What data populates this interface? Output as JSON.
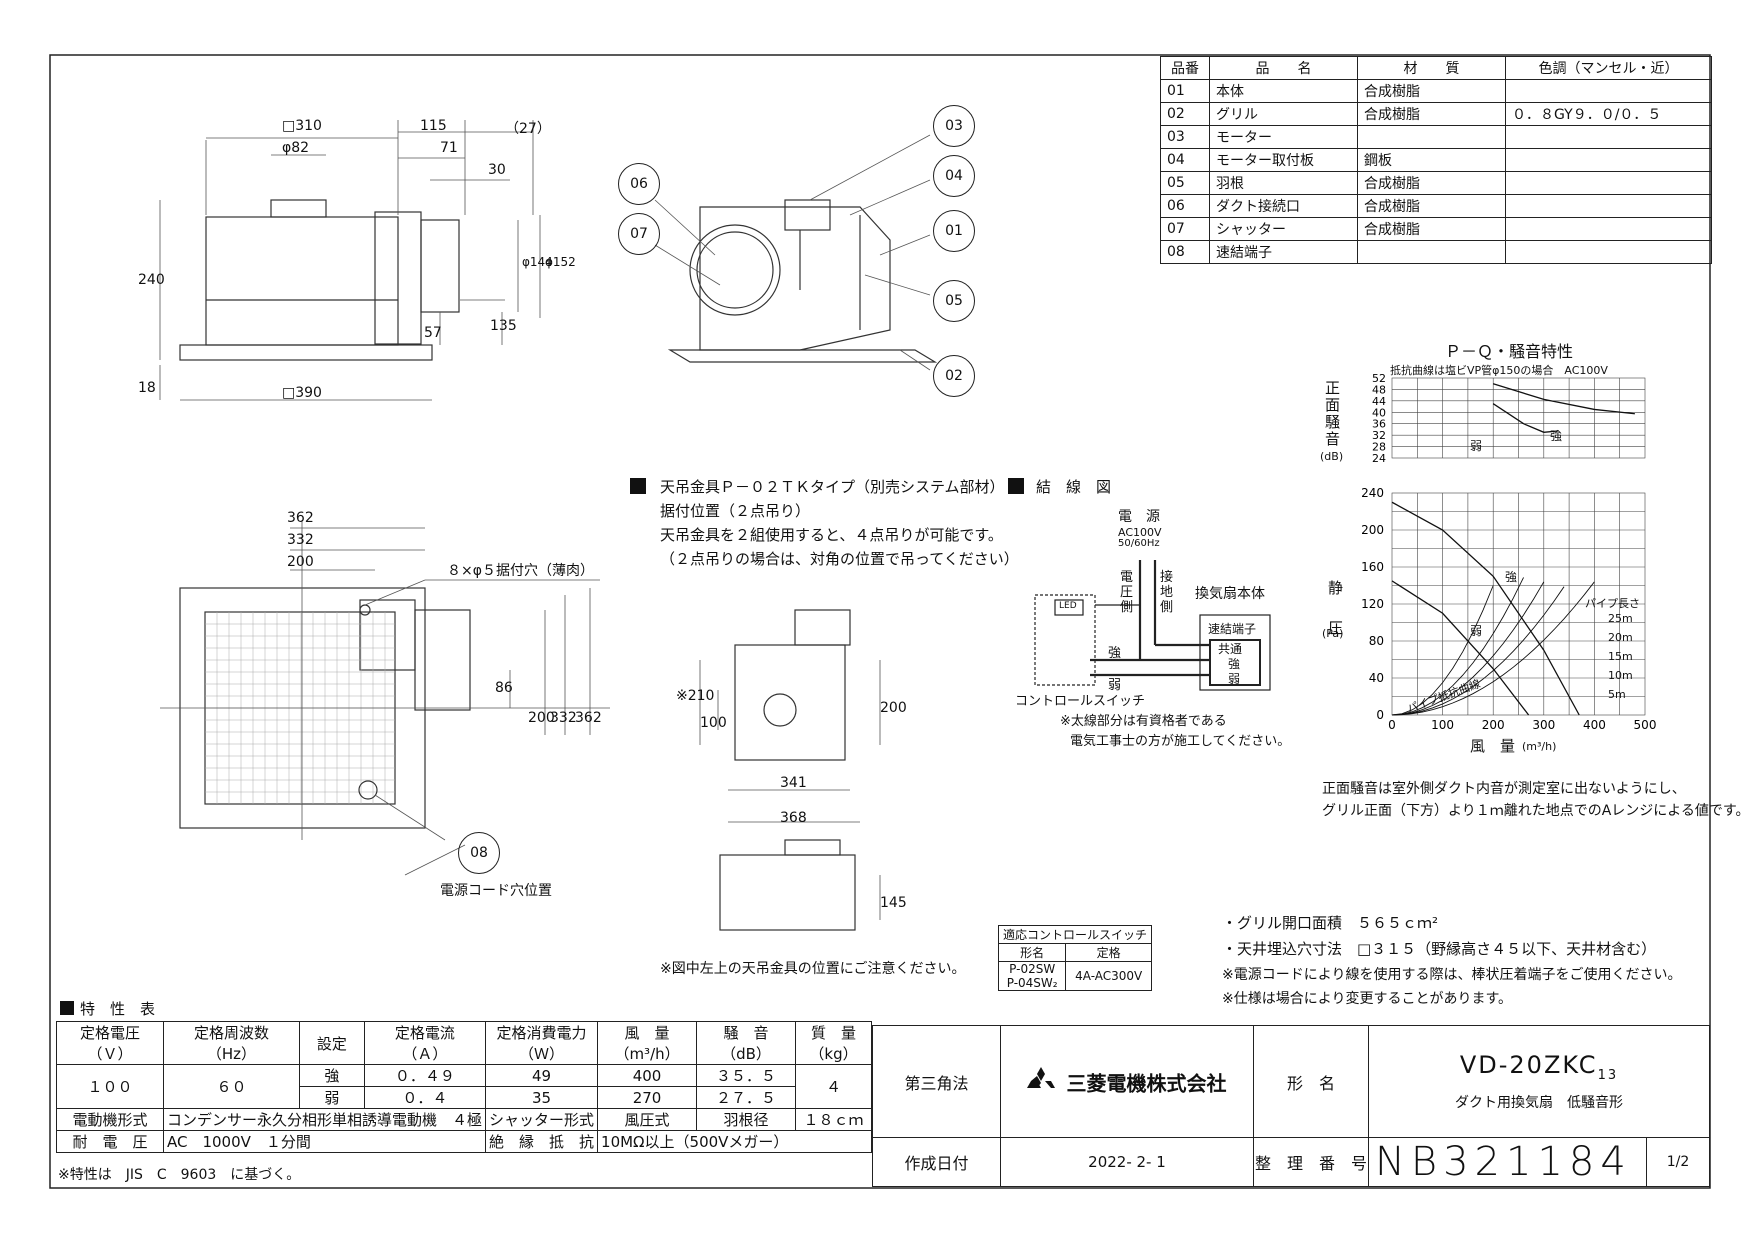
{
  "parts_table": {
    "headers": [
      "品番",
      "品　　名",
      "材　　質",
      "色調（マンセル・近）"
    ],
    "rows": [
      [
        "01",
        "本体",
        "合成樹脂",
        ""
      ],
      [
        "02",
        "グリル",
        "合成樹脂",
        "０．８GY９．０/０．５"
      ],
      [
        "03",
        "モーター",
        "",
        ""
      ],
      [
        "04",
        "モーター取付板",
        "鋼板",
        ""
      ],
      [
        "05",
        "羽根",
        "合成樹脂",
        ""
      ],
      [
        "06",
        "ダクト接続口",
        "合成樹脂",
        ""
      ],
      [
        "07",
        "シャッター",
        "合成樹脂",
        ""
      ],
      [
        "08",
        "速結端子",
        "",
        ""
      ]
    ]
  },
  "dimensions": {
    "side": {
      "w310": "□310",
      "d115": "115",
      "d27": "（27）",
      "phi82": "φ82",
      "d71": "71",
      "d30": "30",
      "h240": "240",
      "phi144": "φ144",
      "phi152": "φ152",
      "d57": "57",
      "d135": "135",
      "h18": "18",
      "w390": "□390"
    },
    "plan": {
      "d362": "362",
      "d332": "332",
      "d200": "200",
      "holes": "８×φ５据付穴（薄肉）",
      "v86": "86",
      "v200": "200",
      "v332": "332",
      "v362": "362"
    },
    "mount": {
      "d210": "※210",
      "d100": "100",
      "d200": "200",
      "d341": "341",
      "d368": "368",
      "d145": "145"
    }
  },
  "callouts": [
    "03",
    "04",
    "06",
    "07",
    "01",
    "05",
    "02",
    "08"
  ],
  "cord_label": "電源コード穴位置",
  "mount_note": {
    "heading": "天吊金具Ｐ－０２ＴＫタイプ（別売システム部材）",
    "lines": [
      "据付位置（２点吊り）",
      "天吊金具を２組使用すると、４点吊りが可能です。",
      "（２点吊りの場合は、対角の位置で吊ってください）"
    ],
    "bottom": "※図中左上の天吊金具の位置にご注意ください。"
  },
  "wiring": {
    "heading": "結　線　図",
    "power": "電　源",
    "ac": "AC100V",
    "hz": "50/60Hz",
    "voltage_side": "電圧側",
    "ground_side": "接地側",
    "fan_body": "換気扇本体",
    "terminal": "速結端子",
    "common": "共通",
    "strong": "強",
    "weak": "弱",
    "led": "LED",
    "switch": "コントロールスイッチ",
    "note1": "※太線部分は有資格者である",
    "note2": "電気工事士の方が施工してください。"
  },
  "pq_chart": {
    "title": "Ｐ－Ｑ・騒音特性",
    "subtitle": "抵抗曲線は塩ビVP管φ150の場合　AC100V",
    "noise_ylabel": "正面騒音",
    "noise_unit": "(dB)",
    "noise_ticks": [
      "52",
      "48",
      "44",
      "40",
      "36",
      "32",
      "28",
      "24"
    ],
    "pressure_ylabel": "静圧",
    "pressure_unit": "(Pa)",
    "pressure_ticks": [
      "240",
      "200",
      "160",
      "120",
      "80",
      "40",
      "0"
    ],
    "x_ticks": [
      "0",
      "100",
      "200",
      "300",
      "400",
      "500"
    ],
    "xlabel": "風　量",
    "xunit": "(m³/h)",
    "label_strong": "強",
    "label_weak": "弱",
    "pipe_len": "パイプ長さ",
    "pipe_marks": [
      "25m",
      "20m",
      "15m",
      "10m",
      "5m"
    ],
    "resist_label": "パイプ抵抗曲線"
  },
  "chart_data": {
    "type": "line",
    "title": "Ｐ－Ｑ・騒音特性",
    "xlabel": "風　量(m³/h)",
    "ylabel": "静圧(Pa)",
    "xlim": [
      0,
      500
    ],
    "ylim": [
      0,
      240
    ],
    "series": [
      {
        "name": "強",
        "x": [
          0,
          100,
          200,
          300,
          370
        ],
        "y": [
          230,
          200,
          150,
          70,
          0
        ]
      },
      {
        "name": "弱",
        "x": [
          0,
          100,
          200,
          270
        ],
        "y": [
          145,
          110,
          50,
          0
        ]
      }
    ],
    "noise_series": [
      {
        "name": "強",
        "x": [
          200,
          300,
          400,
          480
        ],
        "y": [
          50,
          44.5,
          41,
          39.5
        ]
      },
      {
        "name": "弱",
        "x": [
          200,
          260,
          300,
          330
        ],
        "y": [
          43,
          36,
          33,
          33.5
        ]
      }
    ]
  },
  "chart_note": [
    "正面騒音は室外側ダクト内音が測定室に出ないようにし、",
    "グリル正面（下方）より１ｍ離れた地点でのAレンジによる値です。"
  ],
  "notes": [
    "・グリル開口面積　５６５ｃｍ²",
    "・天井埋込穴寸法　□３１５（野縁高さ４５以下、天井材含む）",
    "※電源コードにより線を使用する際は、棒状圧着端子をご使用ください。",
    "※仕様は場合により変更することがあります。"
  ],
  "switch_table": {
    "title": "適応コントロールスイッチ",
    "h_model": "形名",
    "h_rating": "定格",
    "models": [
      "P-02SW",
      "P-04SW₂"
    ],
    "rating": "4A-AC300V"
  },
  "spec": {
    "title": "特　性　表",
    "h_voltage": "定格電圧",
    "u_voltage": "（Ｖ）",
    "h_freq": "定格周波数",
    "u_freq": "（Hz）",
    "h_setting": "設定",
    "h_current": "定格電流",
    "u_current": "（Ａ）",
    "h_power": "定格消費電力",
    "u_power": "（Ｗ）",
    "h_air": "風　量",
    "u_air": "（m³/h）",
    "h_noise": "騒　音",
    "u_noise": "（dB）",
    "h_mass": "質　量",
    "u_mass": "（kg）",
    "voltage": "１００",
    "freq": "６０",
    "strong": "強",
    "weak": "弱",
    "current_s": "０．４９",
    "power_s": "49",
    "air_s": "400",
    "noise_s": "３５．５",
    "current_w": "０．４",
    "power_w": "35",
    "air_w": "270",
    "noise_w": "２７．５",
    "mass": "４",
    "motor_label": "電動機形式",
    "motor": "コンデンサー永久分相形単相誘導電動機　４極",
    "shutter_label": "シャッター形式",
    "shutter": "風圧式",
    "blade_label": "羽根径",
    "blade": "１８ｃｍ",
    "withstand_label": "耐　電　圧",
    "withstand": "AC　1000V　１分間",
    "insul_label": "絶　縁　抵　抗",
    "insul": "10MΩ以上（500Vメガー）",
    "footnote": "※特性は　JIS　C　9603　に基づく。"
  },
  "title_block": {
    "projection": "第三角法",
    "company": "三菱電機株式会社",
    "model_label": "形　名",
    "model": "VD-20ZKC",
    "model_sub": "13",
    "desc": "ダクト用換気扇　低騒音形",
    "date_label": "作成日付",
    "date": "2022- 2- 1",
    "number_label": "整　理　番　号",
    "number": "NB321184",
    "page": "1/2"
  }
}
